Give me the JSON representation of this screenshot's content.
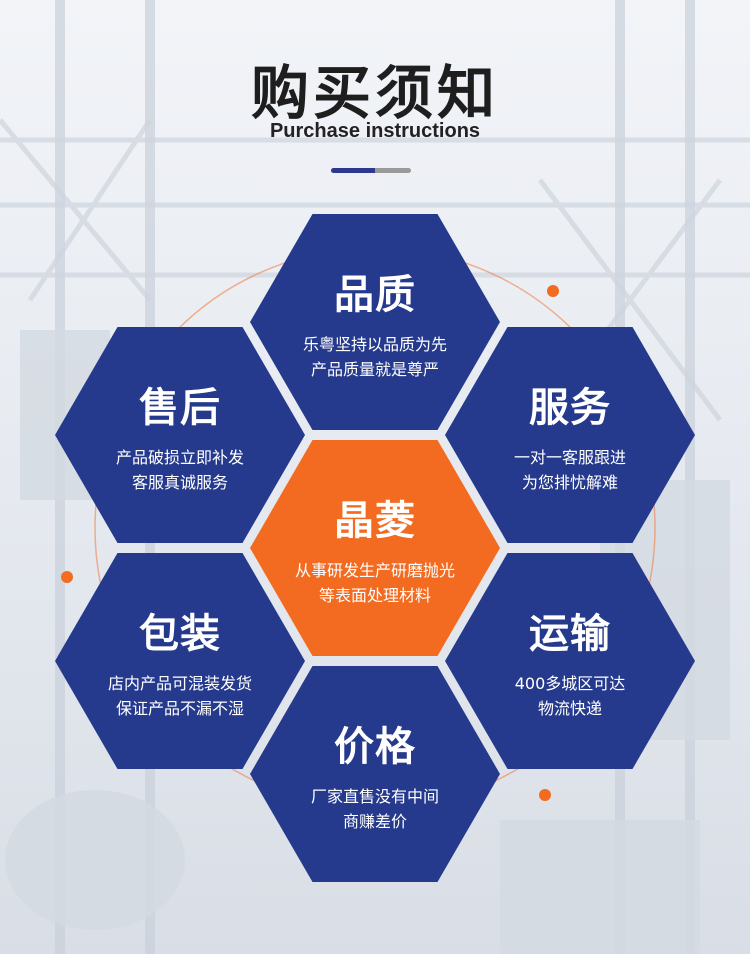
{
  "header": {
    "title": "购买须知",
    "subtitle": "Purchase instructions"
  },
  "colors": {
    "hex_blue": "#253a8c",
    "hex_orange": "#f26b21",
    "orbit": "#f07a3a"
  },
  "hexes": [
    {
      "key": "quality",
      "title": "品质",
      "line1": "乐粤坚持以品质为先",
      "line2": "产品质量就是尊严",
      "color": "blue"
    },
    {
      "key": "after_sale",
      "title": "售后",
      "line1": "产品破损立即补发",
      "line2": "客服真诚服务",
      "color": "blue"
    },
    {
      "key": "service",
      "title": "服务",
      "line1": "一对一客服跟进",
      "line2": "为您排忧解难",
      "color": "blue"
    },
    {
      "key": "center",
      "title": "晶菱",
      "line1": "从事研发生产研磨抛光",
      "line2": "等表面处理材料",
      "color": "orange"
    },
    {
      "key": "packing",
      "title": "包装",
      "line1": "店内产品可混装发货",
      "line2": "保证产品不漏不湿",
      "color": "blue"
    },
    {
      "key": "shipping",
      "title": "运输",
      "line1": "400多城区可达",
      "line2": "物流快递",
      "color": "blue"
    },
    {
      "key": "price",
      "title": "价格",
      "line1": "厂家直售没有中间",
      "line2": "商赚差价",
      "color": "blue"
    }
  ]
}
